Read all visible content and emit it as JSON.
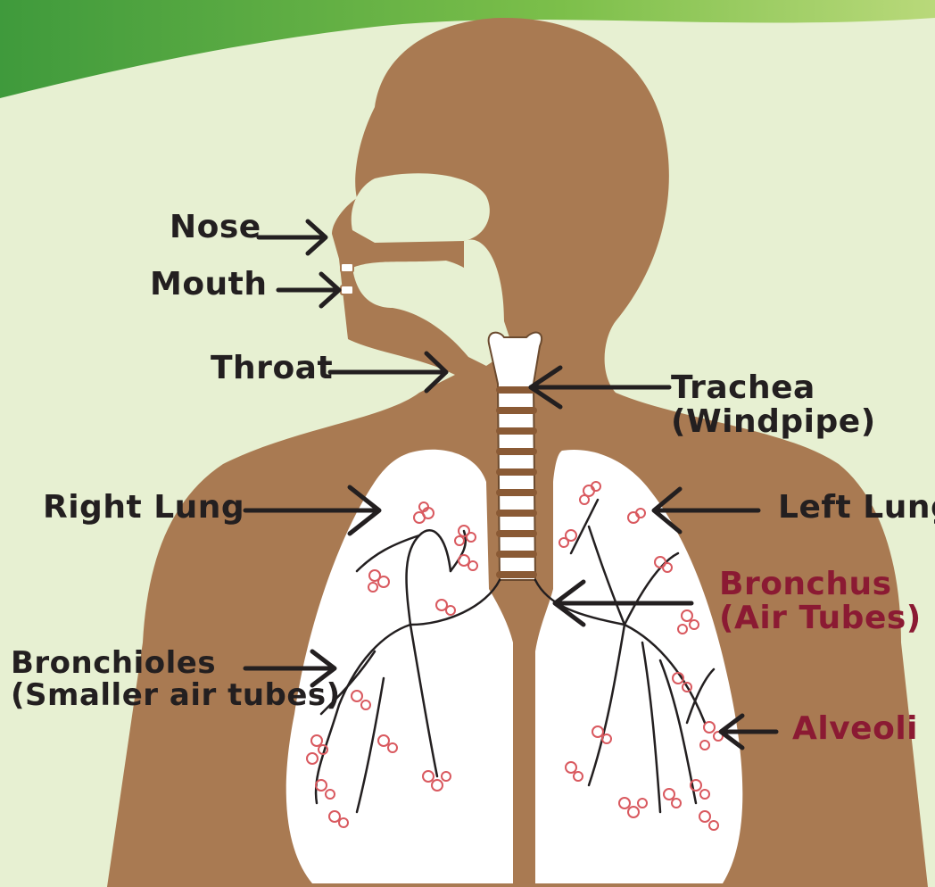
{
  "labels": {
    "nose": "Nose",
    "mouth": "Mouth",
    "throat": "Throat",
    "trachea": {
      "line1": "Trachea",
      "line2": "(Windpipe)"
    },
    "right_lung": "Right Lung",
    "left_lung": "Left Lung",
    "bronchus": {
      "line1": "Bronchus",
      "line2": "(Air Tubes)"
    },
    "bronchioles": {
      "line1": "Bronchioles",
      "line2": "(Smaller air tubes)"
    },
    "alveoli": "Alveoli"
  },
  "colors": {
    "background": "#e7f0d2",
    "banner": "#5aa83c",
    "body": "#a97a52",
    "lung": "#ffffff",
    "trachea_ring": "#8a5a35",
    "alveoli": "#d9595f",
    "dark_label": "#231f20",
    "burgundy_label": "#8b1a33"
  }
}
